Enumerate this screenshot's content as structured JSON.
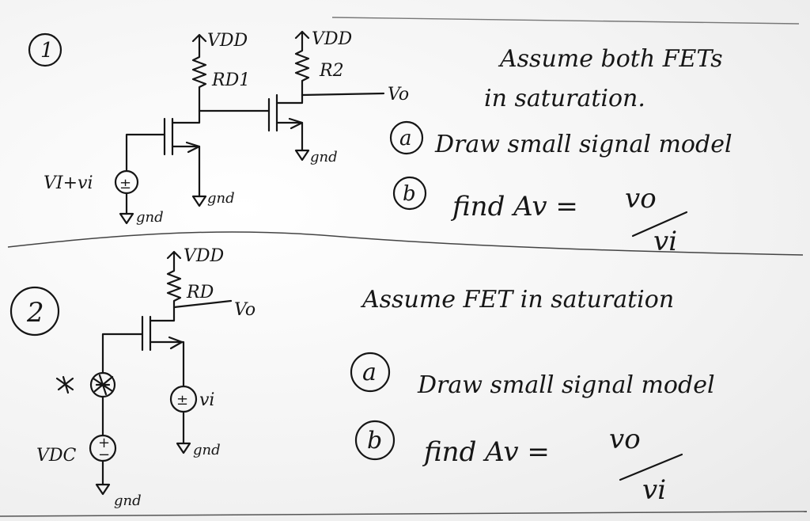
{
  "problem1": {
    "number": "1",
    "vdd_left": "VDD",
    "vdd_right": "VDD",
    "rd1": "RD1",
    "r2": "R2",
    "vo": "Vo",
    "input": "VI+vi",
    "source_sign": "±",
    "gnd_left": "gnd",
    "gnd_mid": "gnd",
    "gnd_right": "gnd",
    "assume_line1": "Assume both FETs",
    "assume_line2": "in saturation.",
    "part_a_mark": "a",
    "part_a_text": "Draw small signal model",
    "part_b_mark": "b",
    "part_b_text": "find Av =",
    "frac_num": "vo",
    "frac_den": "vi"
  },
  "problem2": {
    "number": "2",
    "vdd": "VDD",
    "rd": "RD",
    "vo": "Vo",
    "dc_source": "VDC",
    "plus": "+",
    "minus": "−",
    "vi": "vi",
    "source_sign": "±",
    "gnd_right": "gnd",
    "gnd_bottom": "gnd",
    "assume_text": "Assume FET in saturation",
    "part_a_mark": "a",
    "part_a_text": "Draw small signal model",
    "part_b_mark": "b",
    "part_b_text": "find Av =",
    "frac_num": "vo",
    "frac_den": "vi"
  }
}
